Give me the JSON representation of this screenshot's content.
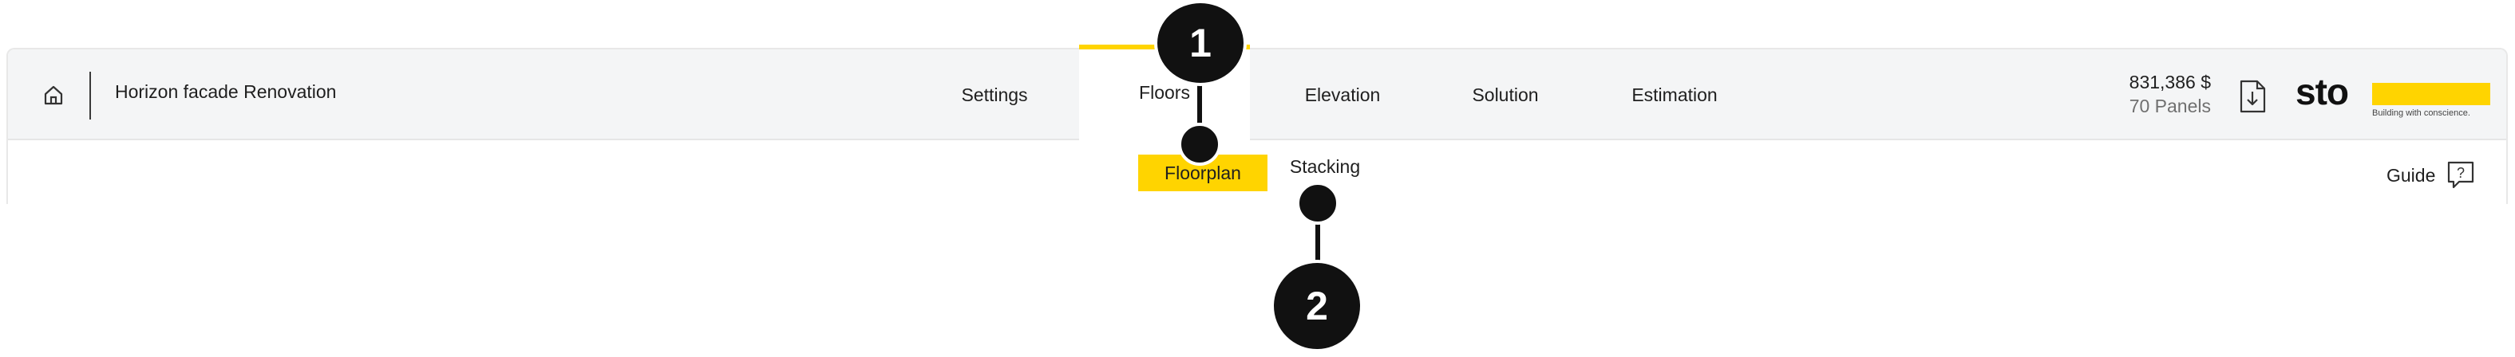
{
  "header": {
    "project_name": "Horizon facade Renovation",
    "tabs": [
      {
        "label": "Settings"
      },
      {
        "label": "Floors",
        "active": true
      },
      {
        "label": "Elevation"
      },
      {
        "label": "Solution"
      },
      {
        "label": "Estimation"
      }
    ],
    "price": "831,386 $",
    "panels": "70 Panels"
  },
  "logo": {
    "wordmark": "sto",
    "tagline": "Building with conscience."
  },
  "subnav": {
    "tabs": [
      {
        "label": "Floorplan",
        "active": true
      },
      {
        "label": "Stacking"
      }
    ],
    "guide_label": "Guide"
  },
  "callouts": [
    {
      "number": "1"
    },
    {
      "number": "2"
    }
  ],
  "colors": {
    "accent": "#ffd400",
    "bar_background": "#f4f5f6",
    "callout": "#111111"
  }
}
